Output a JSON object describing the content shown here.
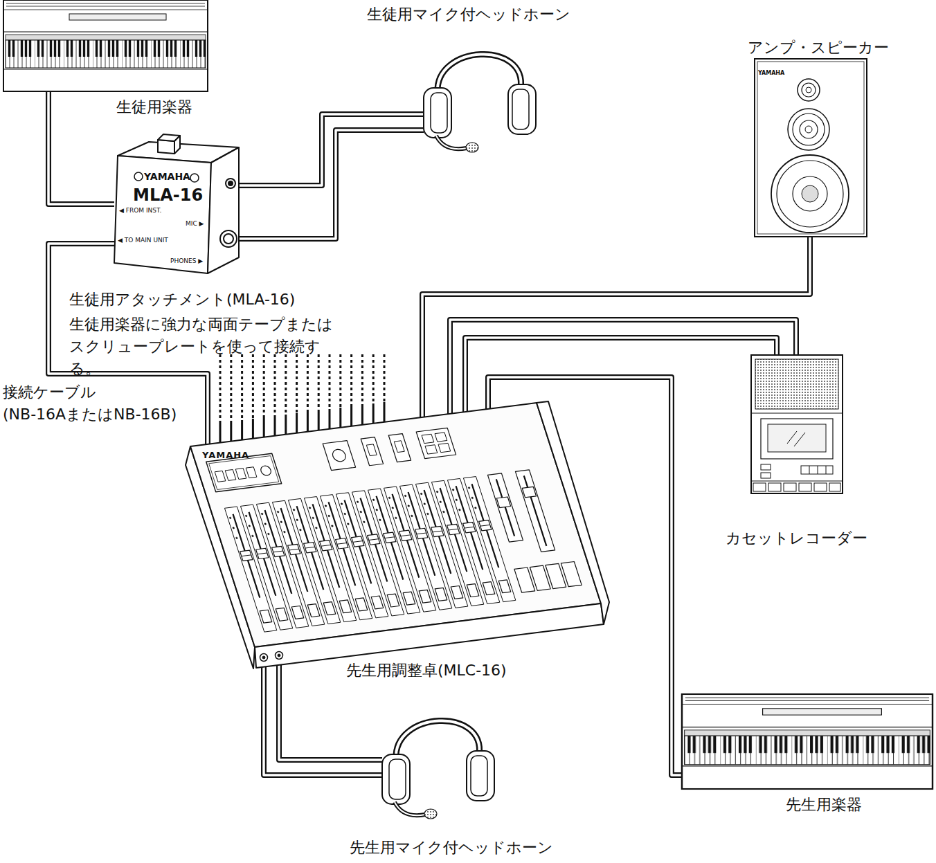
{
  "diagram": {
    "nodes": [
      {
        "text": [
          "生徒用楽器"
        ]
      },
      {
        "text": [
          "YAMAHA",
          "MLA-16",
          "◀ FROM INST.",
          "MIC ▶",
          "◀ TO MAIN UNIT",
          "PHONES ▶",
          "生徒用アタッチメント(MLA-16)",
          "生徒用楽器に強力な両面テープまたは スクリュープレートを使って接続する。"
        ]
      },
      {
        "text": [
          "生徒用マイク付ヘッドホーン"
        ]
      },
      {
        "text": [
          "YAMAHA",
          "アンプ・スピーカー"
        ]
      },
      {
        "text": [
          "YAMAHA",
          "先生用調整卓(MLC-16)"
        ]
      },
      {
        "text": [
          "カセットレコーダー"
        ]
      },
      {
        "text": [
          "先生用楽器"
        ]
      },
      {
        "text": [
          "先生用マイク付ヘッドホーン"
        ]
      }
    ],
    "edges": [
      {
        "from": 0,
        "to": 1,
        "arrow": "none"
      },
      {
        "from": 1,
        "to": 2,
        "arrow": "none"
      },
      {
        "from": 1,
        "to": 2,
        "arrow": "none"
      },
      {
        "from": 1,
        "to": 4,
        "label": "接続ケーブル",
        "arrow": "none"
      },
      {
        "from": 4,
        "to": 3,
        "arrow": "none"
      },
      {
        "from": 4,
        "to": 5,
        "arrow": "none"
      },
      {
        "from": 4,
        "to": 5,
        "arrow": "none"
      },
      {
        "from": 4,
        "to": 6,
        "arrow": "none"
      },
      {
        "from": 4,
        "to": 7,
        "arrow": "none"
      },
      {
        "from": 4,
        "to": 7,
        "arrow": "none"
      }
    ],
    "labels": [
      "(NB-16AまたはNB-16B)"
    ]
  }
}
